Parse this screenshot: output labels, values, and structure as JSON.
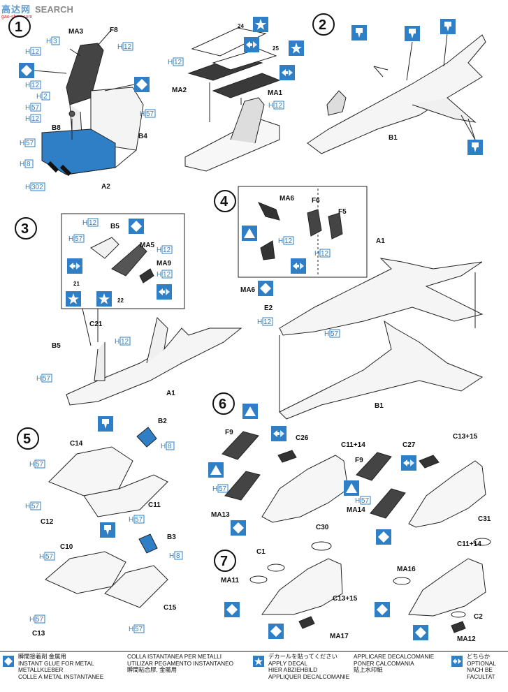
{
  "watermark": {
    "brand": "高达网",
    "search": "SEARCH",
    "domain": "gao-shou.com"
  },
  "colors": {
    "accent": "#2f7fc6",
    "line": "#222222",
    "part_fill": "#444444"
  },
  "steps": {
    "s1": "1",
    "s2": "2",
    "s3": "3",
    "s4": "4",
    "s5": "5",
    "s6": "6",
    "s7": "7"
  },
  "labels": {
    "ma3": "MA3",
    "f8": "F8",
    "b8": "B8",
    "b4": "B4",
    "a2": "A2",
    "ma2": "MA2",
    "ma1": "MA1",
    "n24": "24",
    "n25": "25",
    "b1": "B1",
    "b5": "B5",
    "ma5": "MA5",
    "ma9": "MA9",
    "n21": "21",
    "n22": "22",
    "c21": "C21",
    "b5b": "B5",
    "a1": "A1",
    "ma6": "MA6",
    "f6": "F6",
    "f5": "F5",
    "a1b": "A1",
    "ma6b": "MA6",
    "e2": "E2",
    "b1b": "B1",
    "b2": "B2",
    "c14": "C14",
    "c12": "C12",
    "c11": "C11",
    "c10": "C10",
    "b3": "B3",
    "c15": "C15",
    "c13": "C13",
    "f9": "F9",
    "c26": "C26",
    "c1114": "C11+14",
    "ma13": "MA13",
    "c27": "C27",
    "c1315": "C13+15",
    "f9b": "F9",
    "ma14": "MA14",
    "c30": "C30",
    "c1": "C1",
    "ma11": "MA11",
    "c1315b": "C13+15",
    "ma17": "MA17",
    "c31": "C31",
    "c1114b": "C11+14",
    "ma16": "MA16",
    "c2": "C2",
    "ma12": "MA12"
  },
  "paint": {
    "h3": "3",
    "h12": "12",
    "h57": "57",
    "h2": "2",
    "h8": "8",
    "h302": "302"
  },
  "legend": {
    "glue_jp": "瞬間接着剤 金属用",
    "glue_en": "INSTANT GLUE FOR METAL",
    "glue_de": "METALLKLEBER",
    "glue_fr": "COLLE A METAL INSTANTANEE",
    "glue_it": "COLLA ISTANTANEA PER METALLI",
    "glue_es": "UTILIZAR PEGAMENTO INSTANTANEO",
    "glue_cn": "瞬間粘合膠, 金屬用",
    "decal_jp": "デカールを貼ってください",
    "decal_en": "APPLY DECAL",
    "decal_de": "HIER ABZIEHBILD",
    "decal_fr": "APPLIQUER DECALCOMANIE",
    "decal_it": "APPLICARE DECALCOMANIE",
    "decal_es": "PONER CALCOMANIA",
    "decal_cn": "貼上水印紙",
    "opt_jp": "どちらか",
    "opt_en": "OPTIONAL",
    "opt_de": "NACH BE",
    "opt_fr": "FACULTAT"
  }
}
